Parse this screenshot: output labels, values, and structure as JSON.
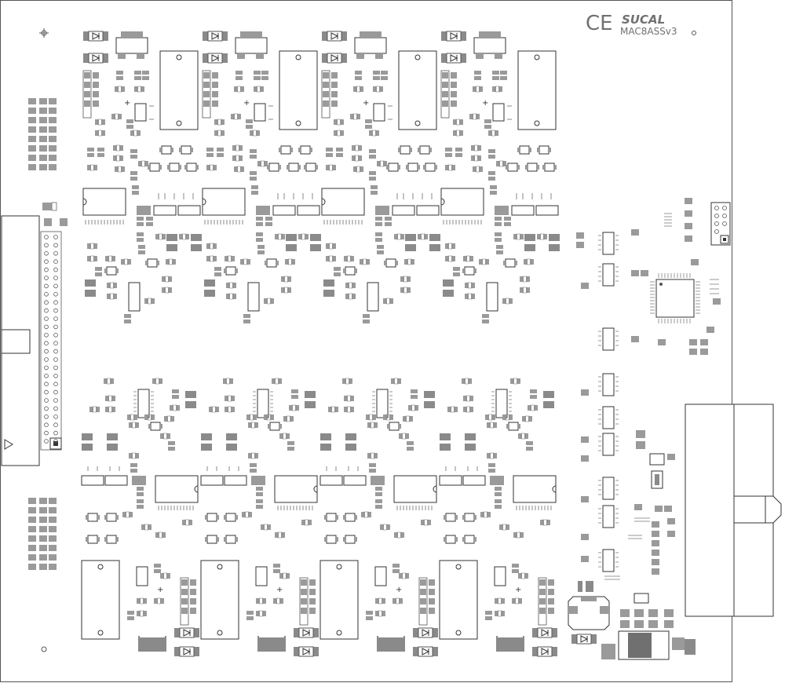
{
  "board": {
    "marking": {
      "ce_mark": "CE",
      "brand": "SUCAL",
      "model": "MAC8ASSv3"
    }
  },
  "colors": {
    "background": "#ffffff",
    "outline": "#555555",
    "pad": "#9a9a9a",
    "pad_dark": "#707070",
    "silk": "#b5b5b5"
  }
}
